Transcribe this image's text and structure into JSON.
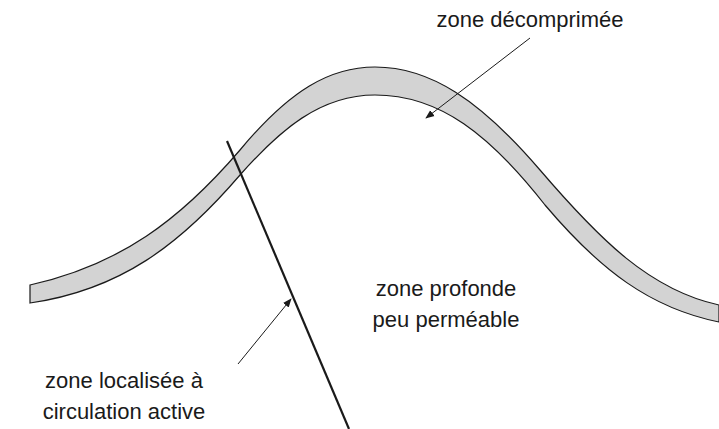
{
  "diagram": {
    "labels": [
      "zone décomprimée",
      "zone profonde peu perméable",
      "zone localisée à circulation active"
    ]
  }
}
